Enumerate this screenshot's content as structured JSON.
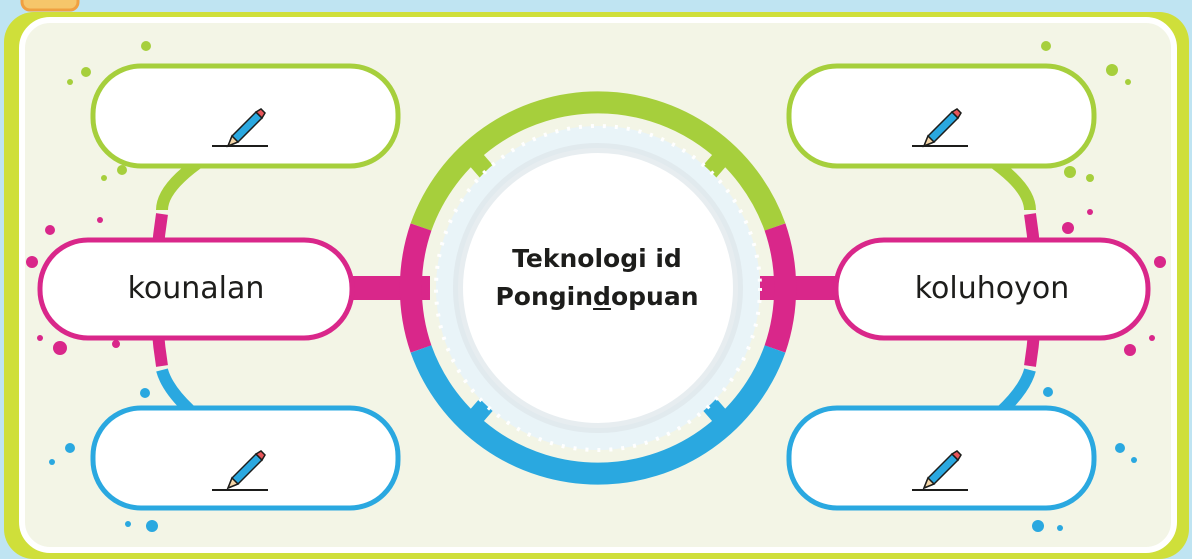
{
  "center": {
    "line1": "Teknologi id",
    "line2_pre": "Pongin",
    "line2_underlined": "d",
    "line2_post": "opuan"
  },
  "nodes": [
    {
      "id": "top-left",
      "text": "",
      "has_pencil": true,
      "color": "#a6cf3c"
    },
    {
      "id": "mid-left",
      "text": "kounalan",
      "has_pencil": false,
      "color": "#d9278a"
    },
    {
      "id": "bottom-left",
      "text": "",
      "has_pencil": true,
      "color": "#2aa8e0"
    },
    {
      "id": "top-right",
      "text": "",
      "has_pencil": true,
      "color": "#a6cf3c"
    },
    {
      "id": "mid-right",
      "text": "koluhoyon",
      "has_pencil": false,
      "color": "#d9278a"
    },
    {
      "id": "bottom-right",
      "text": "",
      "has_pencil": true,
      "color": "#2aa8e0"
    }
  ],
  "colors": {
    "background": "#bfe4f2",
    "panel": "#f3f5e6",
    "frame": "#cfdf3a",
    "green": "#a6cf3c",
    "magenta": "#d9278a",
    "blue": "#2aa8e0"
  }
}
